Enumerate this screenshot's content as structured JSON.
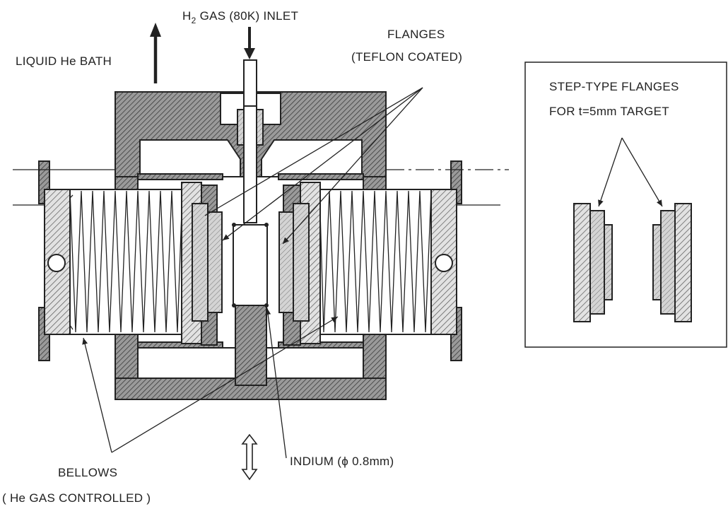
{
  "labels": {
    "gas_inlet_main": "H",
    "gas_inlet_sub": "2",
    "gas_inlet_rest": " GAS (80K) INLET",
    "liquid_he_bath": "LIQUID He BATH",
    "flanges_line1": "FLANGES",
    "flanges_line2": "(TEFLON COATED)",
    "step_flanges_line1": "STEP-TYPE FLANGES",
    "step_flanges_line2": "FOR t=5mm TARGET",
    "indium": "INDIUM (ϕ 0.8mm)",
    "bellows_line1": "BELLOWS",
    "bellows_line2": "( He GAS CONTROLLED )"
  },
  "colors": {
    "line": "#222222",
    "dark_hatch_bg": "#9a9a9a",
    "light_hatch_bg": "#d2d2d2",
    "background": "#ffffff"
  }
}
